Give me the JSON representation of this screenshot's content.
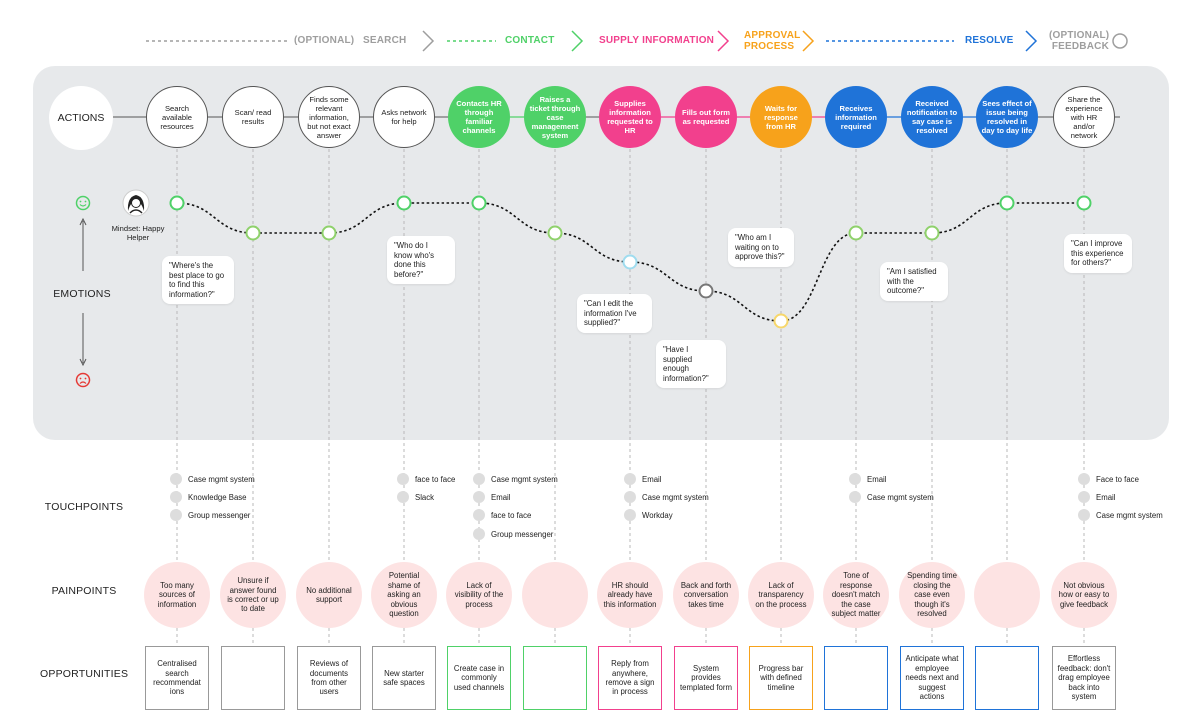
{
  "phases": [
    {
      "label": "(OPTIONAL)",
      "color": "#9e9e9e"
    },
    {
      "label": "SEARCH",
      "color": "#9e9e9e"
    },
    {
      "label": "CONTACT",
      "color": "#4fd168"
    },
    {
      "label": "SUPPLY INFORMATION",
      "color": "#f2408d"
    },
    {
      "label": "APPROVAL PROCESS",
      "color": "#f7a21b"
    },
    {
      "label": "RESOLVE",
      "color": "#1f73d8"
    },
    {
      "label": "(OPTIONAL) FEEDBACK",
      "color": "#9e9e9e"
    }
  ],
  "rows": {
    "actions": "ACTIONS",
    "emotions": "EMOTIONS",
    "touchpoints": "TOUCHPOINTS",
    "painpoints": "PAINPOINTS",
    "opportunities": "OPPORTUNITIES"
  },
  "mindset": "Mindset: Happy Helper",
  "actions": [
    {
      "label": "Search available resources",
      "style": "outline"
    },
    {
      "label": "Scan/ read results",
      "style": "outline"
    },
    {
      "label": "Finds some relevant information, but not exact answer",
      "style": "outline"
    },
    {
      "label": "Asks network for help",
      "style": "outline"
    },
    {
      "label": "Contacts HR through familiar channels",
      "style": "filled",
      "color": "#4fd168"
    },
    {
      "label": "Raises a ticket through case management system",
      "style": "filled",
      "color": "#4fd168"
    },
    {
      "label": "Supplies information requested to HR",
      "style": "filled",
      "color": "#f2408d"
    },
    {
      "label": "Fills out form as requested",
      "style": "filled",
      "color": "#f2408d"
    },
    {
      "label": "Waits for response from HR",
      "style": "filled",
      "color": "#f7a21b"
    },
    {
      "label": "Receives information required",
      "style": "filled",
      "color": "#1f73d8"
    },
    {
      "label": "Received notification to say case is resolved",
      "style": "filled",
      "color": "#1f73d8"
    },
    {
      "label": "Sees effect of issue being resolved in day to day life",
      "style": "filled",
      "color": "#1f73d8"
    },
    {
      "label": "Share the experience with HR and/or network",
      "style": "outline"
    }
  ],
  "emotion_colors": [
    "#4fd168",
    "#8fd16b",
    "#8fd16b",
    "#4fd168",
    "#4fd168",
    "#8fd16b",
    "#9fdcef",
    "#777777",
    "#f7d76b",
    "#8fd16b",
    "#8fd16b",
    "#4fd168",
    "#4fd168"
  ],
  "quotes": [
    "\"Where's the best place to go to find this information?\"",
    "\"Who do I know who's done this before?\"",
    "\"Can I edit the information I've supplied?\"",
    "\"Have I supplied enough information?\"",
    "\"Who am I waiting on to approve this?\"",
    "\"Am I satisfied with the outcome?\"",
    "\"Can I improve this experience for others?\""
  ],
  "touchpoints": [
    [
      "Case mgmt system",
      "Knowledge Base",
      "Group messenger"
    ],
    [
      "face to face",
      "Slack"
    ],
    [
      "Case mgmt system",
      "Email",
      "face to face",
      "Group messenger"
    ],
    [
      "Email",
      "Case mgmt system",
      "Workday"
    ],
    [
      "Email",
      "Case mgmt system"
    ],
    [
      "Face to face",
      "Email",
      "Case mgmt system"
    ]
  ],
  "painpoints": [
    "Too many sources of information",
    "Unsure if answer found is correct or up to date",
    "No additional support",
    "Potential shame of asking an obvious question",
    "Lack of visibility of the process",
    "",
    "HR should already have this information",
    "Back and forth conversation takes time",
    "Lack of transparency on the process",
    "Tone of response doesn't match the case subject matter",
    "Spending time closing the case even though it's resolved",
    "",
    "Not obvious how or easy to give feedback"
  ],
  "opportunities": [
    "Centralised search recommendat ions",
    "",
    "Reviews of documents from other users",
    "New starter safe spaces",
    "Create case in commonly used channels",
    "",
    "Reply from anywhere, remove a sign in process",
    "System provides templated form",
    "Progress bar with defined timeline",
    "",
    "Anticipate what employee needs next and suggest actions",
    "",
    "Effortless feedback: don't drag employee back into system"
  ],
  "opportunity_colors": [
    "#999999",
    "#999999",
    "#999999",
    "#999999",
    "#4fd168",
    "#4fd168",
    "#f2408d",
    "#f2408d",
    "#f7a21b",
    "#1f73d8",
    "#1f73d8",
    "#1f73d8",
    "#999999"
  ]
}
